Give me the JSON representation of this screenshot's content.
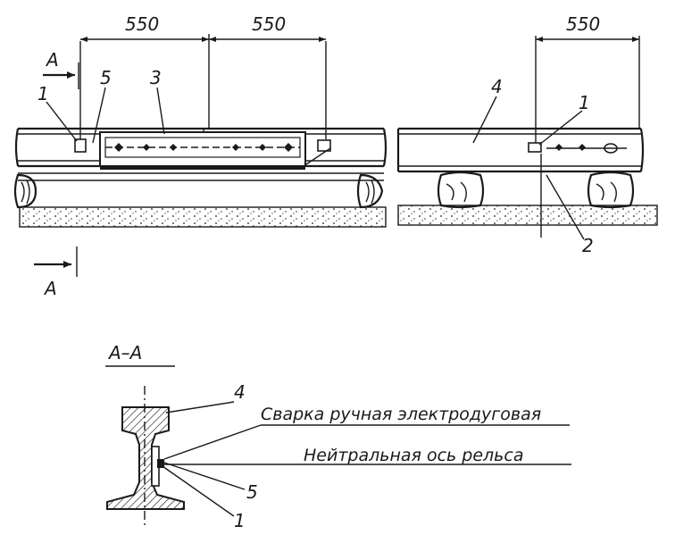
{
  "dimensions": {
    "left_first": "550",
    "left_second": "550",
    "right": "550"
  },
  "section_marks": {
    "top": "А",
    "bottom": "А",
    "title": "А–А"
  },
  "callouts": {
    "left_1": "1",
    "left_5": "5",
    "left_3": "3",
    "right_4": "4",
    "right_1": "1",
    "right_2": "2",
    "section_4": "4",
    "section_5": "5",
    "section_1": "1"
  },
  "notes": {
    "welding": "Сварка ручная электродуговая",
    "neutral_axis": "Нейтральная ось рельса"
  }
}
